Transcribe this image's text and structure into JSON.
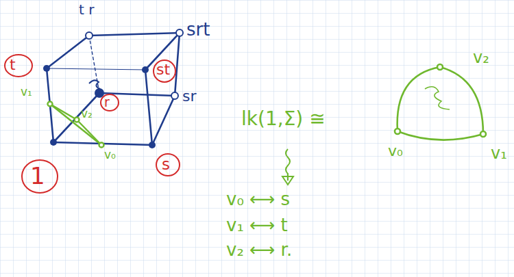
{
  "diagram": {
    "labels": [
      "t r",
      "srt",
      "t",
      "st",
      "sr",
      "r",
      "1",
      "s",
      "v₁",
      "v₂",
      "v₀",
      "lk(1,Σ) ≅",
      "v₂",
      "v₀",
      "v₁",
      "v₀ ⟷ s",
      "v₁ ⟷ t",
      "v₂ ⟷ r."
    ]
  }
}
